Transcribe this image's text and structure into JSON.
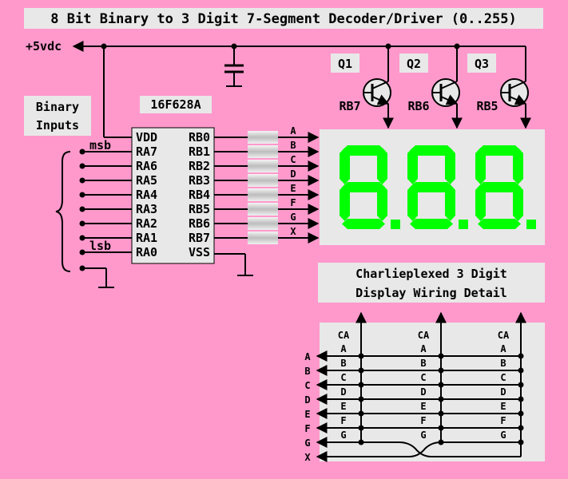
{
  "title": "8 Bit Binary to 3 Digit 7-Segment Decoder/Driver (0..255)",
  "supply_label": "+5vdc",
  "inputs_label": [
    "Binary",
    "Inputs"
  ],
  "msb_label": "msb",
  "lsb_label": "lsb",
  "chip": {
    "name": "16F628A",
    "left_pins": [
      "VDD",
      "RA7",
      "RA6",
      "RA5",
      "RA4",
      "RA3",
      "RA2",
      "RA1",
      "RA0"
    ],
    "right_pins": [
      "RB0",
      "RB1",
      "RB2",
      "RB3",
      "RB4",
      "RB5",
      "RB6",
      "RB7",
      "VSS"
    ]
  },
  "segment_lines": [
    "A",
    "B",
    "C",
    "D",
    "E",
    "F",
    "G",
    "X"
  ],
  "transistors": [
    {
      "name": "Q1",
      "base": "RB7"
    },
    {
      "name": "Q2",
      "base": "RB6"
    },
    {
      "name": "Q3",
      "base": "RB5"
    }
  ],
  "display": {
    "text": "8.8.8.",
    "segment_color": "#00ff00"
  },
  "detail": {
    "title_lines": [
      "Charlieplexed 3 Digit",
      "Display Wiring Detail"
    ],
    "ca_label": "CA",
    "digit_pins": [
      "A",
      "B",
      "C",
      "D",
      "E",
      "F",
      "G"
    ],
    "row_labels": [
      "A",
      "B",
      "C",
      "D",
      "E",
      "F",
      "G",
      "X"
    ]
  },
  "colors": {
    "background": "#ff99cc",
    "panel": "#e8e8e8",
    "segment_on": "#00ff00"
  }
}
